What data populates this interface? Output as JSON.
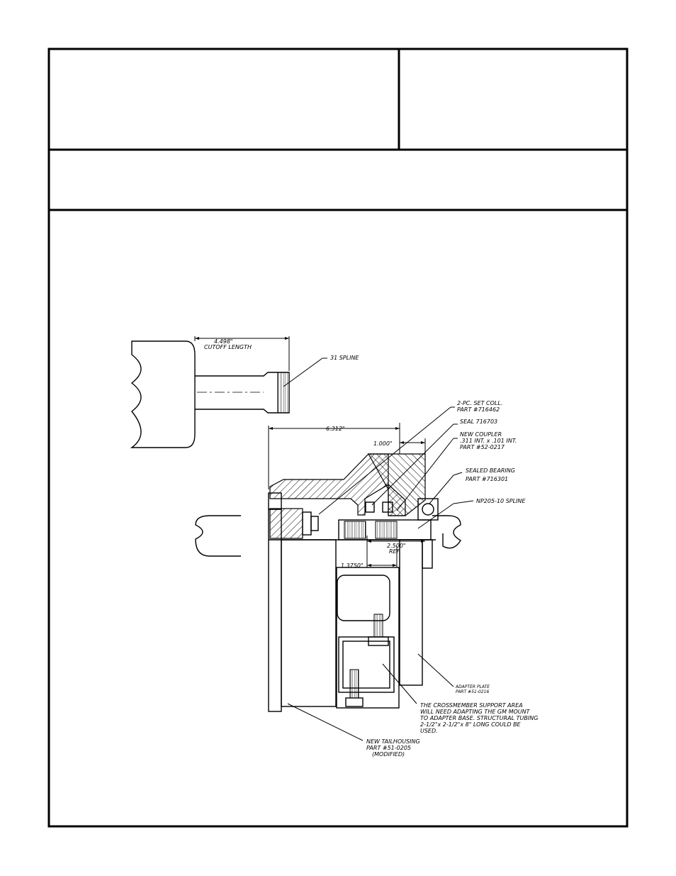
{
  "title_block": {
    "main_title": "",
    "revision_box": "",
    "subtitle": ""
  },
  "labels": {
    "cutoff_dim": "4.498\"",
    "cutoff_text": "CUTOFF LENGTH",
    "spline_31": "31 SPLINE",
    "set_collar_1": "2-PC. SET COLL.",
    "set_collar_2": "PART #716462",
    "seal": "SEAL 716703",
    "coupler_1": "NEW COUPLER",
    "coupler_2": ".311 INT. x .101 INT.",
    "coupler_3": "PART #52-0217",
    "bearing_1": "SEALED BEARING",
    "bearing_2": "PART #716301",
    "np205_spline": "NP205-10 SPLINE",
    "dim_6312": "6.312\"",
    "dim_1000": "1.000\"",
    "dim_2500": "2.500\"",
    "dim_ref": "REF.",
    "dim_13750": "1.3750\"",
    "adapter_1": "ADAPTER PLATE",
    "adapter_2": "PART #51-0216",
    "cross_1": "THE CROSSMEMBER SUPPORT AREA",
    "cross_2": "WILL NEED ADAPTING THE GM MOUNT",
    "cross_3": "TO ADAPTER BASE. STRUCTURAL TUBING",
    "cross_4": "2-1/2\"x 2-1/2\"x 8\" LONG COULD BE",
    "cross_5": "USED.",
    "tail_1": "NEW TAILHOUSING",
    "tail_2": "PART #51-0205",
    "tail_3": "(MODIFIED)"
  }
}
